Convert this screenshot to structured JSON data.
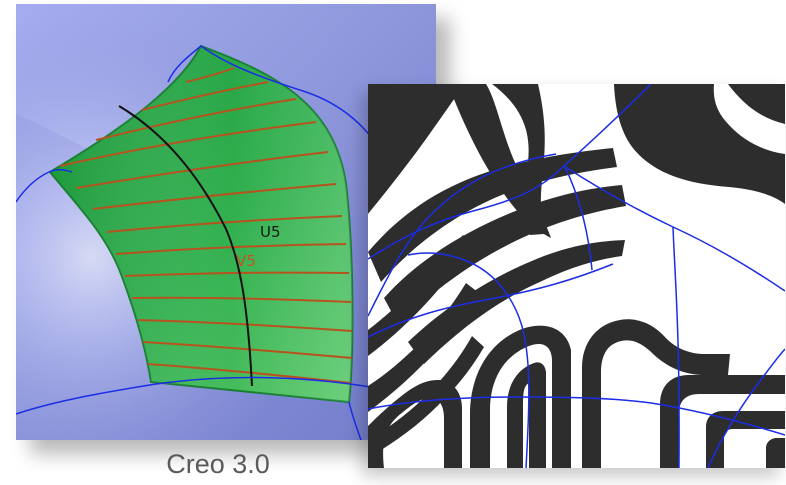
{
  "caption": "Creo 3.0",
  "labels": {
    "u": "U5",
    "v": "V5"
  },
  "colors": {
    "background_blue": "#8f98dc",
    "surface_green": "#2aa848",
    "iso_red": "#b6531f",
    "iso_black": "#111111",
    "edge_blue": "#1b2de5",
    "zebra_dark": "#2d2d2d",
    "zebra_light": "#ffffff",
    "caption_gray": "#5a5a5a"
  },
  "icons": {
    "left_panel": "surface-isoline-view",
    "right_panel": "zebra-reflection-view"
  }
}
